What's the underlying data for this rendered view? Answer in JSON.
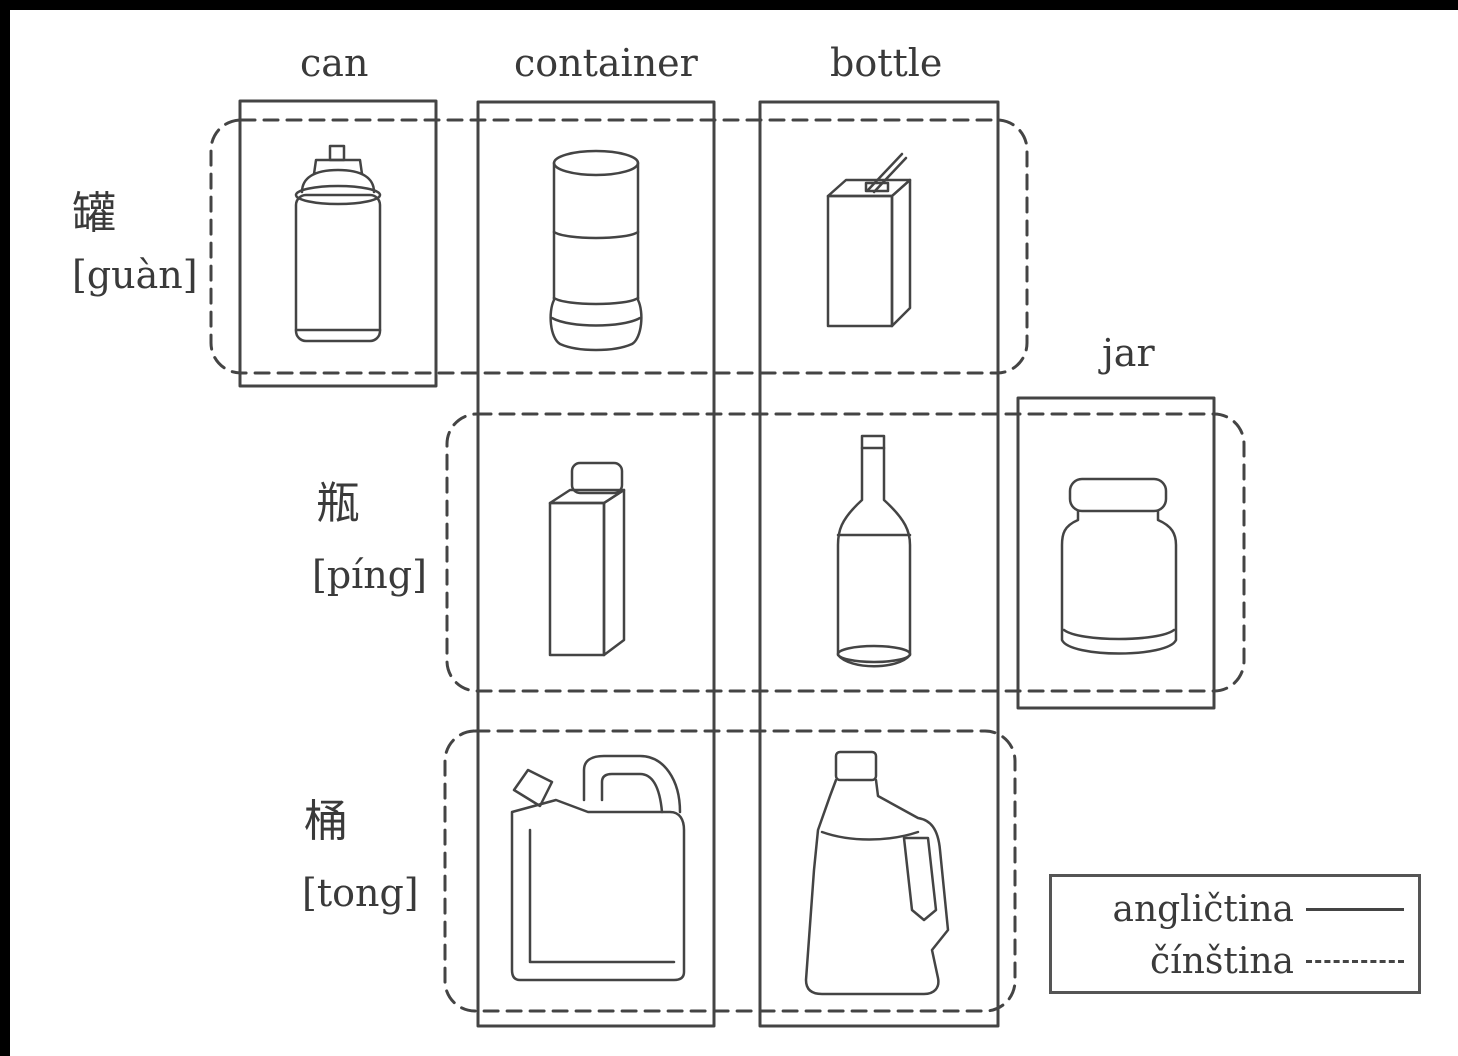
{
  "english_labels": {
    "can": "can",
    "container": "container",
    "bottle": "bottle",
    "jar": "jar"
  },
  "chinese_labels": {
    "guan": {
      "char": "罐",
      "pinyin": "[guàn]"
    },
    "ping": {
      "char": "瓶",
      "pinyin": "[píng]"
    },
    "tong": {
      "char": "桶",
      "pinyin": "[tong]"
    }
  },
  "legend": {
    "english": "angličtina",
    "chinese": "čínština"
  },
  "items": [
    "spray-can-icon",
    "canister-icon",
    "drink-carton-icon",
    "square-bottle-icon",
    "glass-bottle-icon",
    "jar-icon",
    "jerrycan-icon",
    "detergent-jug-icon"
  ],
  "colors": {
    "line": "#444444",
    "background": "#ffffff",
    "border": "#000000"
  }
}
